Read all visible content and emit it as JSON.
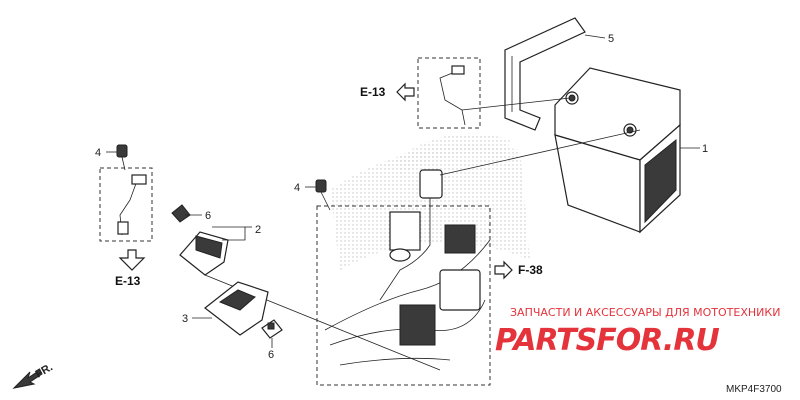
{
  "callouts": [
    "1",
    "2",
    "3",
    "4",
    "4",
    "5",
    "6",
    "6"
  ],
  "refs": {
    "e13_top": "E-13",
    "e13_left": "E-13",
    "f38": "F-38"
  },
  "watermark": {
    "line1": "ЗАПЧАСТИ И АКСЕССУАРЫ ДЛЯ МОТОТЕХНИКИ",
    "line2": "PARTSFOR.RU"
  },
  "front_indicator": "FR.",
  "diagram_code": "MKP4F3700",
  "colors": {
    "line": "#222222",
    "watermark": "#e4333b",
    "dot_pattern": "#bdbdbd"
  }
}
